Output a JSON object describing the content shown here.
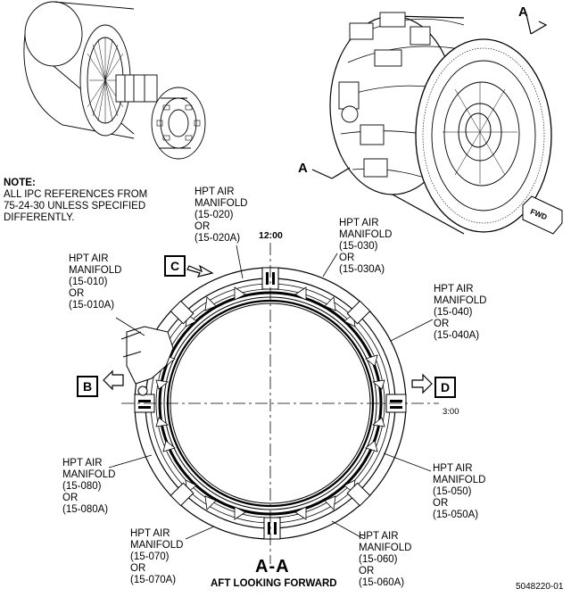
{
  "note": {
    "heading": "NOTE:",
    "lines": [
      "ALL IPC REFERENCES FROM",
      "75-24-30 UNLESS SPECIFIED",
      "DIFFERENTLY."
    ]
  },
  "manifolds": [
    {
      "line1": "HPT AIR",
      "line2": "MANIFOLD",
      "ref": "(15-020)",
      "or": "OR",
      "alt": "(15-020A)"
    },
    {
      "line1": "HPT AIR",
      "line2": "MANIFOLD",
      "ref": "(15-030)",
      "or": "OR",
      "alt": "(15-030A)"
    },
    {
      "line1": "HPT AIR",
      "line2": "MANIFOLD",
      "ref": "(15-040)",
      "or": "OR",
      "alt": "(15-040A)"
    },
    {
      "line1": "HPT AIR",
      "line2": "MANIFOLD",
      "ref": "(15-050)",
      "or": "OR",
      "alt": "(15-050A)"
    },
    {
      "line1": "HPT AIR",
      "line2": "MANIFOLD",
      "ref": "(15-060)",
      "or": "OR",
      "alt": "(15-060A)"
    },
    {
      "line1": "HPT AIR",
      "line2": "MANIFOLD",
      "ref": "(15-070)",
      "or": "OR",
      "alt": "(15-070A)"
    },
    {
      "line1": "HPT AIR",
      "line2": "MANIFOLD",
      "ref": "(15-080)",
      "or": "OR",
      "alt": "(15-080A)"
    },
    {
      "line1": "HPT AIR",
      "line2": "MANIFOLD",
      "ref": "(15-010)",
      "or": "OR",
      "alt": "(15-010A)"
    }
  ],
  "clock": {
    "top": "12:00",
    "right": "3:00"
  },
  "callouts": {
    "b": "B",
    "c": "C",
    "d": "D"
  },
  "section": {
    "label_top": "A",
    "label_left": "A",
    "fwd": "FWD"
  },
  "view": {
    "title": "A-A",
    "subtitle": "AFT LOOKING FORWARD"
  },
  "doc_number": "5048220-01"
}
